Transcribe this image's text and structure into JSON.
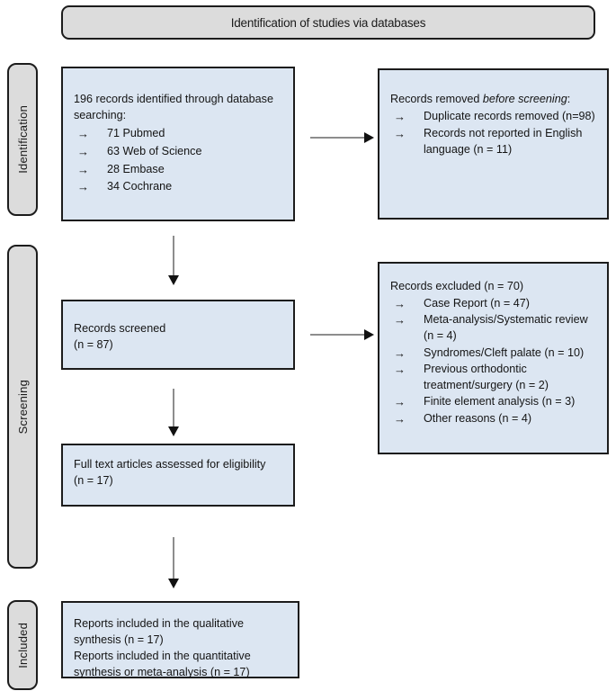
{
  "banner": {
    "title": "Identification of studies via databases"
  },
  "stages": [
    {
      "name": "identification",
      "label": "Identification"
    },
    {
      "name": "screening",
      "label": "Screening"
    },
    {
      "name": "included",
      "label": "Included"
    }
  ],
  "boxes": {
    "identified": {
      "title": "196 records identified through database searching:",
      "items": [
        "71 Pubmed",
        "63 Web of Science",
        "28 Embase",
        "34 Cochrane"
      ]
    },
    "removed": {
      "title_prefix": "Records removed ",
      "title_italic": "before screening",
      "title_suffix": ":",
      "items": [
        "Duplicate records removed (n=98)",
        "Records not reported in English language (n = 11)"
      ]
    },
    "screened": {
      "line1": "Records screened",
      "line2": "(n = 87)"
    },
    "excluded": {
      "title": "Records excluded (n = 70)",
      "items": [
        "Case Report (n = 47)",
        "Meta-analysis/Systematic review (n = 4)",
        "Syndromes/Cleft palate (n = 10)",
        "Previous orthodontic treatment/surgery (n = 2)",
        "Finite element analysis (n = 3)",
        "Other reasons (n = 4)"
      ]
    },
    "fulltext": {
      "line1": "Full text articles assessed for eligibility",
      "line2": "(n = 17)"
    },
    "included": {
      "line1": "Reports included in the qualitative synthesis (n = 17)",
      "line2": "Reports included in the quantitative synthesis or meta-analysis (n = 17)"
    }
  },
  "symbols": {
    "bullet_arrow": "→"
  },
  "colors": {
    "box_fill": "#dce6f2",
    "box_border": "#1c1c1c",
    "tab_fill": "#dcdcdc",
    "arrow_shaft": "#8d8d8d",
    "arrow_head": "#111111"
  }
}
